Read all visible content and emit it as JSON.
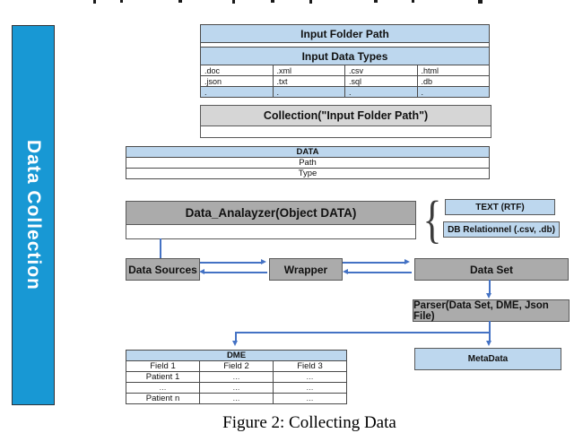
{
  "sidebar": {
    "label": "Data Collection"
  },
  "input_table": {
    "title_folder": "Input Folder Path",
    "title_types": "Input Data Types",
    "rows": [
      [
        ".doc",
        ".xml",
        ".csv",
        ".html"
      ],
      [
        ".json",
        ".txt",
        ".sql",
        ".db"
      ],
      [
        ".",
        ".",
        ".",
        "."
      ]
    ]
  },
  "collection_box": {
    "label": "Collection(\"Input Folder Path\")"
  },
  "data_table": {
    "header": "DATA",
    "rows": [
      "Path",
      "Type"
    ]
  },
  "analyzer_box": {
    "label": "Data_Analayzer(Object DATA)"
  },
  "brace_glyph": "{",
  "type_boxes": {
    "text_rtf": "TEXT (RTF)",
    "db_relational": "DB Relationnel (.csv, .db)"
  },
  "flow_boxes": {
    "data_sources": "Data Sources",
    "wrapper": "Wrapper",
    "data_set": "Data Set",
    "parser": "Parser(Data Set, DME, Json File)",
    "metadata": "MetaData"
  },
  "dme_table": {
    "header": "DME",
    "columns": [
      "Field 1",
      "Field 2",
      "Field 3"
    ],
    "rows": [
      [
        "Patient 1",
        "...",
        "..."
      ],
      [
        "...",
        "...",
        "..."
      ],
      [
        "Patient n",
        "...",
        "..."
      ]
    ]
  },
  "caption": "Figure 2: Collecting Data",
  "colors": {
    "banner_blue": "#1898D4",
    "light_blue": "#BDD7EE",
    "box_grey": "#ABABAB",
    "collection_grey": "#D6D6D6",
    "connector_blue": "#4472C4"
  }
}
